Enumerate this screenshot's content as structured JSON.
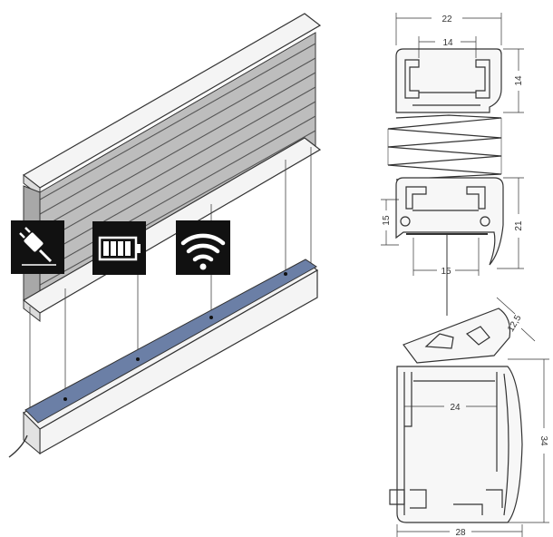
{
  "colors": {
    "fabric": "#bdbdbd",
    "fabric_dark": "#9a9a9a",
    "rail": "#f4f4f4",
    "outline": "#333333",
    "motor_bar": "#6b7fa6",
    "icon_bg": "#111111",
    "icon_fg": "#ffffff"
  },
  "icons": [
    {
      "name": "power-plug-icon"
    },
    {
      "name": "battery-icon"
    },
    {
      "name": "wifi-icon"
    }
  ],
  "dimensions": {
    "top_width": "22",
    "top_inner_width": "14",
    "top_height": "14",
    "mid_left_height": "15",
    "mid_right_height": "21",
    "mid_bottom_width": "15",
    "bottom_angle": "12,5",
    "bottom_inner_width": "24",
    "bottom_height": "34",
    "bottom_width": "28"
  }
}
